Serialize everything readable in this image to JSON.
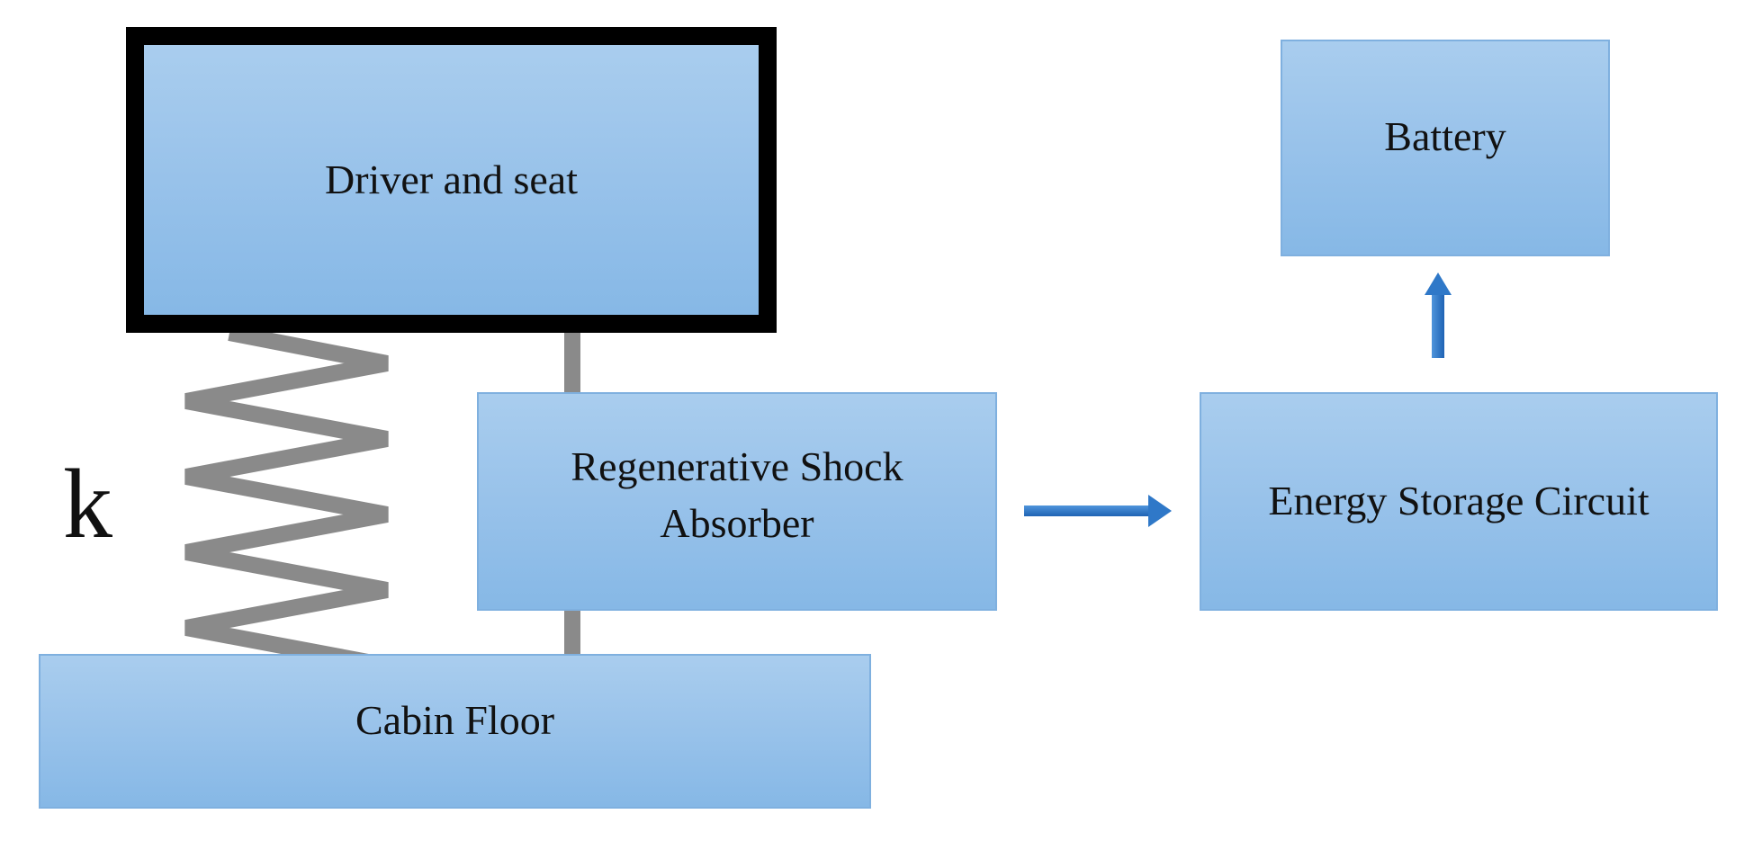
{
  "diagram": {
    "blocks": {
      "driver_seat": "Driver and seat",
      "shock_absorber": "Regenerative Shock\nAbsorber",
      "cabin_floor": "Cabin Floor",
      "energy_storage": "Energy Storage Circuit",
      "battery": "Battery"
    },
    "spring_label": "k",
    "colors": {
      "box_fill_top": "#a9cdee",
      "box_fill_bottom": "#86b8e6",
      "box_border": "#7fb0df",
      "seat_border": "#000000",
      "spring": "#8a8a8a",
      "damper_rod": "#8a8a8a",
      "arrow": "#2f78c8"
    },
    "connections": [
      {
        "from": "shock_absorber",
        "to": "energy_storage",
        "style": "arrow"
      },
      {
        "from": "energy_storage",
        "to": "battery",
        "style": "arrow"
      }
    ]
  }
}
